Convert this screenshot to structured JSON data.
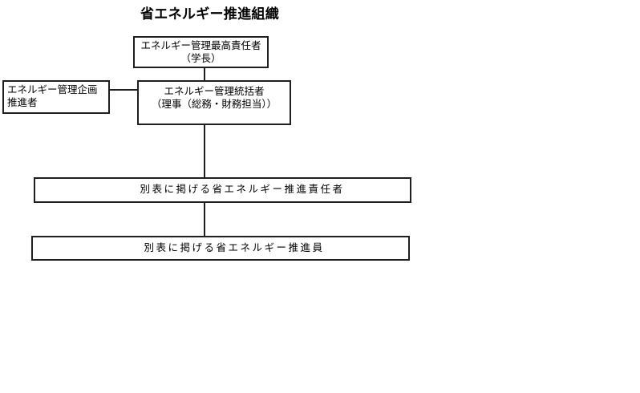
{
  "title": "省エネルギー推進組織",
  "nodes": {
    "chief": {
      "line1": "エネルギー管理最高責任者",
      "line2": "（学長）"
    },
    "supervisor": {
      "line1": "エネルギー管理統括者",
      "line2": "（理事（総務・財務担当））"
    },
    "planner": {
      "line1": "エネルギー管理企画",
      "line2": "推進者"
    },
    "managers": {
      "label": "別表に掲げる省エネルギー推進責任者"
    },
    "staff": {
      "label": "別表に掲げる省エネルギー推進員"
    }
  },
  "colors": {
    "background": "#ffffff",
    "border": "#1f1f1f",
    "text": "#000000"
  }
}
